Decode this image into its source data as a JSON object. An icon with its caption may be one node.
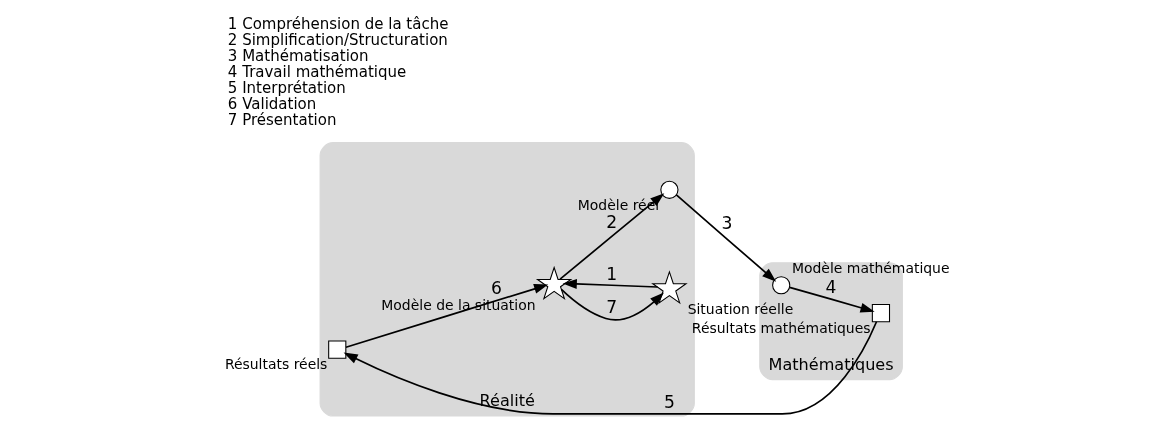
{
  "diagram": {
    "nodes": [
      {
        "text": [
          "Réalité"
        ]
      },
      {
        "text": [],
        "shape": "circle",
        "beside": [
          "Modèle réel"
        ],
        "in": 0
      },
      {
        "text": [],
        "shape": "star",
        "beside": [
          "Situation réelle"
        ],
        "in": 0
      },
      {
        "text": [],
        "shape": "star",
        "beside": [
          "Modèle de la situation"
        ],
        "in": 0
      },
      {
        "text": [],
        "shape": "box",
        "beside": [
          "Résultats réels"
        ],
        "in": 0
      },
      {
        "text": [
          "Mathématiques"
        ]
      },
      {
        "text": [],
        "shape": "circle",
        "beside": [
          "Modèle mathématique"
        ],
        "in": 5
      },
      {
        "text": [],
        "shape": "box",
        "beside": [
          "Résultats mathématiques"
        ],
        "in": 5
      }
    ],
    "edges": [
      {
        "from": 2,
        "to": 3,
        "arrow": "to",
        "label": "1"
      },
      {
        "from": 3,
        "to": 1,
        "arrow": "to",
        "label": "2"
      },
      {
        "from": 1,
        "to": 6,
        "arrow": "to",
        "label": "3"
      },
      {
        "from": 6,
        "to": 7,
        "arrow": "to",
        "label": "4"
      },
      {
        "from": 7,
        "to": 4,
        "arrow": "to",
        "label": "5"
      },
      {
        "from": 4,
        "to": 3,
        "arrow": "to",
        "label": "6"
      },
      {
        "from": 3,
        "to": 2,
        "arrow": "to",
        "label": "7"
      }
    ],
    "labels": [
      "1 Compréhension de la tâche",
      "2 Simplification/Structuration",
      "3 Mathématisation",
      "4 Travail mathématique",
      "5 Interprétation",
      "6 Validation",
      "7 Présentation"
    ]
  }
}
